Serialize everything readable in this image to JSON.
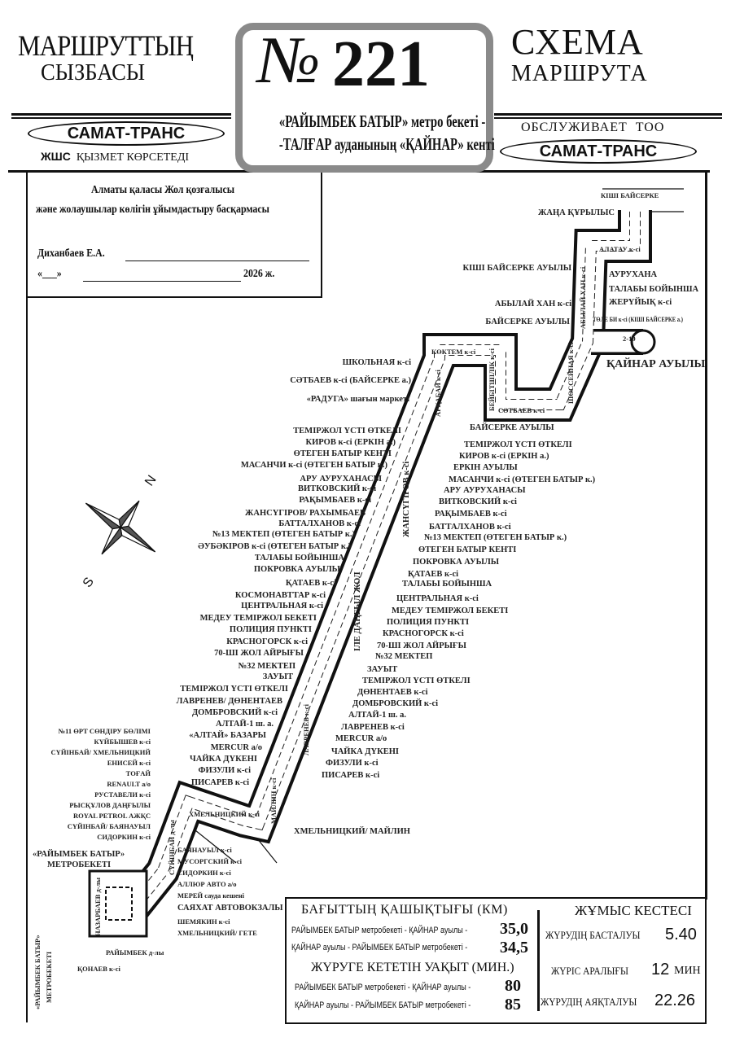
{
  "header": {
    "left_title": "МАРШРУТТЫҢ",
    "left_subtitle": "СЫЗБАСЫ",
    "right_title": "СХЕМА",
    "right_subtitle": "МАРШРУТА",
    "route_sign": "№",
    "route_number": "221",
    "route_line1": "«РАЙЫМБЕК БАТЫР» метро бекеті -",
    "route_line2": "-ТАЛҒАР ауданының «ҚАЙНАР» кенті",
    "operator_left": "САМАТ-ТРАНС",
    "operator_left_caption_a": "ЖШС",
    "operator_left_caption_b": "ҚЫЗМЕТ КӨРСЕТЕДІ",
    "operator_right_caption": "ОБСЛУЖИВАЕТ  ТОО",
    "operator_right": "САМАТ-ТРАНС"
  },
  "approval": {
    "line1": "Алматы қаласы Жол қозғалысы",
    "line2": "және жолаушылар көлігін ұйымдастыру басқармасы",
    "signer": "Диханбаев Е.А.",
    "date_prefix": "«___»",
    "year": "2026 ж."
  },
  "map": {
    "compass_n": "N",
    "compass_s": "S",
    "left_stops": [
      "ШКОЛЬНАЯ к-сі",
      "СӘТБАЕВ к-сі (БАЙСЕРКЕ а.)",
      "«РАДУГА» шағын маркеті",
      "ТЕМІРЖОЛ ҮСТІ ӨТКЕЛІ",
      "КИРОВ к-сі (ЕРКІН а.)",
      "ӨТЕГЕН БАТЫР КЕНТІ",
      "МАСАНЧИ к-сі (ӨТЕГЕН БАТЫР к.)",
      "АРУ АУРУХАНАСЫ",
      "ВИТКОВСКИЙ к-сі",
      "РАҚЫМБАЕВ к-сі",
      "ЖАНСҮГІРОВ/ РАХЫМБАЕВ",
      "БАТТАЛХАНОВ к-сі",
      "№13 МЕКТЕП (ӨТЕГЕН БАТЫР к.)",
      "ӘУБӘКІРОВ к-сі (ӨТЕГЕН БАТЫР к.)",
      "ТАЛАБЫ БОЙЫНША",
      "ПОКРОВКА АУЫЛЫ",
      "ҚАТАЕВ к-сі",
      "КОСМОНАВТТАР к-сі",
      "ЦЕНТРАЛЬНАЯ к-сі",
      "МЕДЕУ ТЕМІРЖОЛ БЕКЕТІ",
      "ПОЛИЦИЯ ПУНКТІ",
      "КРАСНОГОРСК к-сі",
      "70-ШІ ЖОЛ АЙРЫҒЫ",
      "№32 МЕКТЕП",
      "ЗАУЫТ",
      "ТЕМІРЖОЛ ҮСТІ ӨТКЕЛІ",
      "ЛАВРЕНЕВ/ ДӨНЕНТАЕВ",
      "ДОМБРОВСКИЙ к-сі",
      "АЛТАЙ-1 ш. а.",
      "«АЛТАЙ» БАЗАРЫ",
      "MERCUR а/о",
      "ЧАЙКА ДҮКЕНІ",
      "ФИЗУЛИ к-сі",
      "ПИСАРЕВ к-сі"
    ],
    "right_stops": [
      "БАЙСЕРКЕ АУЫЛЫ",
      "ТЕМІРЖОЛ ҮСТІ ӨТКЕЛІ",
      "КИРОВ к-сі (ЕРКІН а.)",
      "ЕРКІН АУЫЛЫ",
      "МАСАНЧИ к-сі (ӨТЕГЕН БАТЫР к.)",
      "АРУ АУРУХАНАСЫ",
      "ВИТКОВСКИЙ к-сі",
      "РАҚЫМБАЕВ к-сі",
      "БАТТАЛХАНОВ к-сі",
      "№13 МЕКТЕП (ӨТЕГЕН БАТЫР к.)",
      "ӨТЕГЕН БАТЫР КЕНТІ",
      "ПОКРОВКА АУЫЛЫ",
      "ҚАТАЕВ к-сі",
      "ТАЛАБЫ БОЙЫНША",
      "ЦЕНТРАЛЬНАЯ к-сі",
      "МЕДЕУ ТЕМІРЖОЛ БЕКЕТІ",
      "ПОЛИЦИЯ ПУНКТІ",
      "КРАСНОГОРСК к-сі",
      "70-ШІ ЖОЛ АЙРЫҒЫ",
      "№32 МЕКТЕП",
      "ЗАУЫТ",
      "ТЕМІРЖОЛ ҮСТІ ӨТКЕЛІ",
      "ДӨНЕНТАЕВ к-сі",
      "ДОМБРОВСКИЙ к-сі",
      "АЛТАЙ-1 ш. а.",
      "ЛАВРЕНЕВ к-сі",
      "MERCUR а/о",
      "ЧАЙКА ДҮКЕНІ",
      "ФИЗУЛИ к-сі",
      "ПИСАРЕВ к-сі",
      "ХМЕЛЬНИЦКИЙ/ МАЙЛИН"
    ],
    "north_stops": [
      "АУРУХАНА",
      "ТАЛАБЫ БОЙЫНША",
      "ЖЕРҮЙЫҚ к-сі",
      "ТӨЛЕ БИ к-сі (КІШІ БАЙСЕРКЕ а.)",
      "ҚАЙНАР АУЫЛЫ",
      "КІШІ БАЙСЕРКЕ"
    ],
    "north_slanted": [
      "ЖАҢА ҚҰРЫЛЫС",
      "КІШІ БАЙСЕРКЕ АУЫЛЫ",
      "АБЫЛАЙ ХАН к-сі",
      "БАЙСЕРКЕ АУЫЛЫ"
    ],
    "streets": [
      "АЛАТАУ к-сі",
      "АБЫЛАЙ ХАН к-сі",
      "ШОССЕЙНАЯ к-сі",
      "СӘТБАЕВ к-сі",
      "БЕЙБІТШІЛІК к-сі",
      "КӨКТЕМ к-сі",
      "АРҚАБАЙ к-сі",
      "ЖАНСҮГІРОВ к-сі",
      "ІЛЕ ДАҢҒЫЛ ЖОЛ",
      "ЛАВРЕНЕВ к-сі",
      "МАЙЛИН к-сі",
      "ХМЕЛЬНИЦКИЙ к-сі",
      "СҮЙІНБАЙ д-лы",
      "НАЗАРБАЕВ д-лы",
      "РАЙЫМБЕК д-лы",
      "ҚОНАЕВ к-сі"
    ],
    "south_left": [
      "№11 ӨРТ СӨНДІРУ БӨЛІМІ",
      "КҮЙБЫШЕВ к-сі",
      "СҮЙІНБАЙ/ ХМЕЛЬНИЦКИЙ",
      "ЕНИСЕЙ к-сі",
      "ТОҒАЙ",
      "RENAULT а/о",
      "РУСТАВЕЛИ к-сі",
      "РЫСҚҰЛОВ ДАҢҒЫЛЫ",
      "ROYAL PETROL АЖҚС",
      "СҮЙІНБАЙ/ БАЯНАУЫЛ",
      "СИДОРКИН к-сі"
    ],
    "south_right": [
      "БАЯНАУЫЛ к-сі",
      "МУСОРГСКИЙ к-сі",
      "СИДОРКИН к-сі",
      "АЛЛЮР АВТО а/о",
      "МЕРЕЙ сауда кешені",
      "САЯХАТ АВТОВОКЗАЛЫ",
      "ШЕМЯКИН к-сі",
      "ХМЕЛЬНИЦКИЙ/ ГЕТЕ"
    ],
    "metro_label_1": "«РАЙЫМБЕК БАТЫР»",
    "metro_label_2": "МЕТРОБЕКЕТІ",
    "metro_vertical_1": "«РАЙЫМБЕК БАТЫР»",
    "metro_vertical_2": "МЕТРОБЕКЕТІ",
    "kainar_marker": "2-19"
  },
  "info": {
    "distance_title": "БАҒЫТТЫҢ ҚАШЫҚТЫҒЫ (КМ)",
    "distance_rows": [
      {
        "label": "РАЙЫМБЕК БАТЫР метробекеті - ҚАЙНАР ауылы -",
        "value": "35,0"
      },
      {
        "label": "ҚАЙНАР ауылы - РАЙЫМБЕК БАТЫР метробекеті -",
        "value": "34,5"
      }
    ],
    "time_title": "ЖҮРУГЕ КЕТЕТІН УАҚЫТ (МИН.)",
    "time_rows": [
      {
        "label": "РАЙЫМБЕК БАТЫР метробекеті - ҚАЙНАР ауылы -",
        "value": "80"
      },
      {
        "label": "ҚАЙНАР ауылы - РАЙЫМБЕК БАТЫР метробекеті -",
        "value": "85"
      }
    ],
    "schedule_title": "ЖҰМЫС КЕСТЕСІ",
    "start_label": "ЖҮРУДІҢ БАСТАЛУЫ",
    "start_value": "5.40",
    "interval_label": "ЖҮРІС АРАЛЫҒЫ",
    "interval_value": "12",
    "interval_unit": "МИН",
    "end_label": "ЖҮРУДІҢ АЯҚТАЛУЫ",
    "end_value": "22.26"
  }
}
